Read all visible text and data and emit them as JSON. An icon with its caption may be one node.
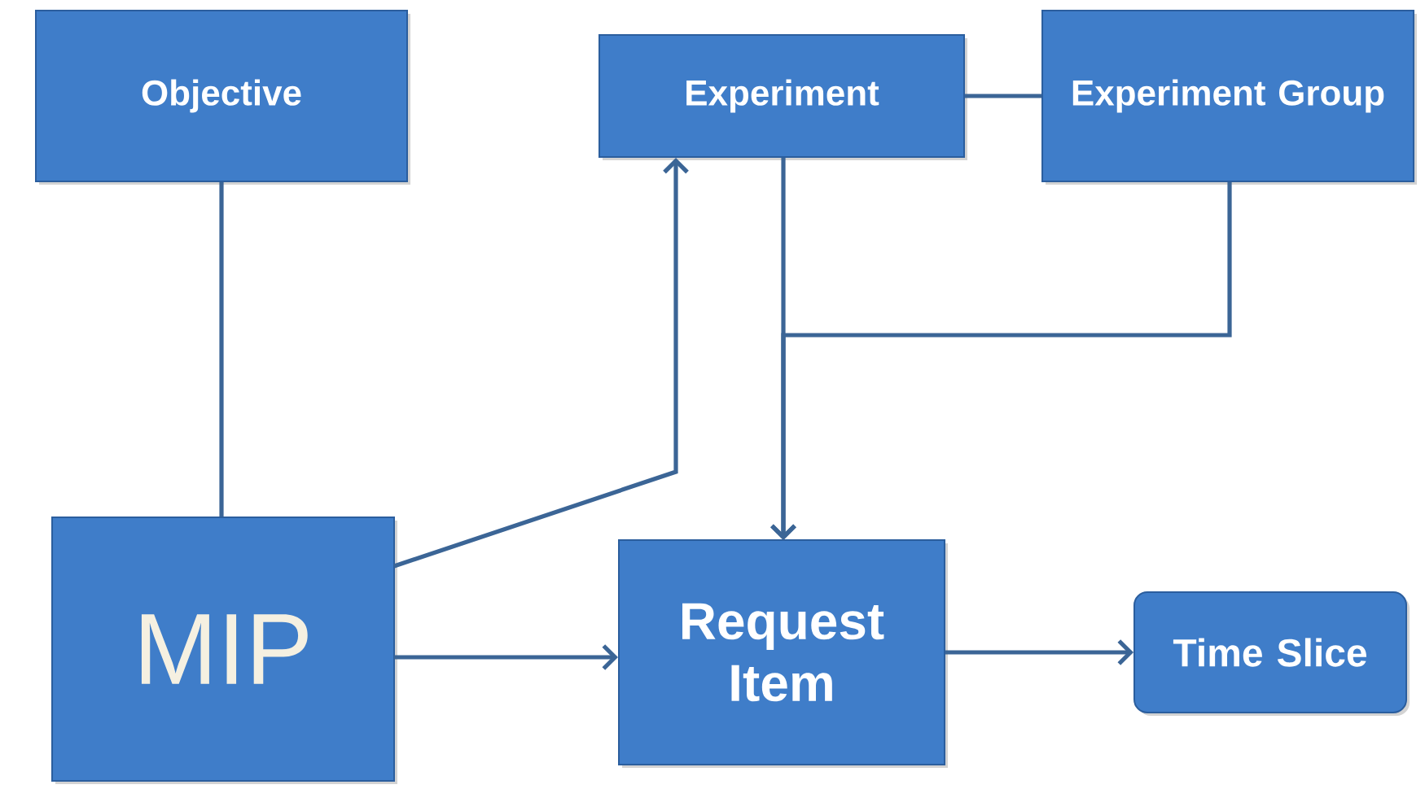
{
  "diagram": {
    "nodes": [
      {
        "text": [
          "Objective"
        ]
      },
      {
        "text": [
          "Experiment"
        ]
      },
      {
        "text": [
          "Experiment Group"
        ]
      },
      {
        "text": [
          "MIP"
        ]
      },
      {
        "text": [
          "Request Item"
        ]
      },
      {
        "text": [
          "Time Slice"
        ]
      }
    ],
    "edges": [
      {
        "from": 0,
        "to": 3,
        "arrow": "none"
      },
      {
        "from": 3,
        "to": 1,
        "arrow": "to"
      },
      {
        "from": 1,
        "to": 2,
        "arrow": "none"
      },
      {
        "from": 1,
        "to": 4,
        "arrow": "to"
      },
      {
        "from": 2,
        "to": 4,
        "arrow": "to"
      },
      {
        "from": 3,
        "to": 4,
        "arrow": "to"
      },
      {
        "from": 4,
        "to": 5,
        "arrow": "to"
      }
    ]
  }
}
